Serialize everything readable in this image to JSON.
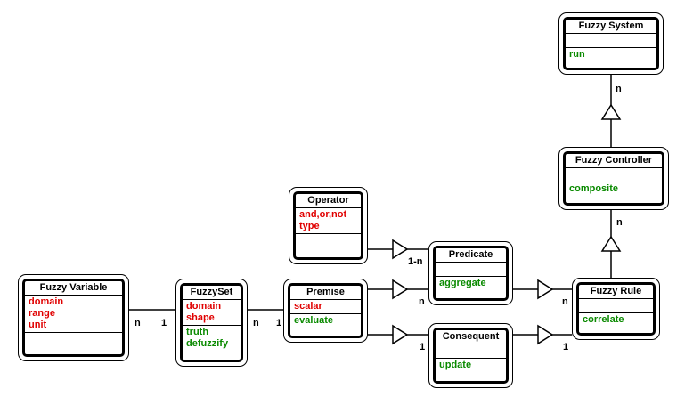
{
  "classes": {
    "fuzzy_system": {
      "name": "Fuzzy System",
      "attributes": [],
      "operations": [
        "run"
      ]
    },
    "fuzzy_controller": {
      "name": "Fuzzy Controller",
      "attributes": [],
      "operations": [
        "composite"
      ]
    },
    "operator": {
      "name": "Operator",
      "attributes": [
        "and,or,not",
        "type"
      ],
      "operations": []
    },
    "predicate": {
      "name": "Predicate",
      "attributes": [],
      "operations": [
        "aggregate"
      ]
    },
    "fuzzy_rule": {
      "name": "Fuzzy Rule",
      "attributes": [],
      "operations": [
        "correlate"
      ]
    },
    "fuzzy_variable": {
      "name": "Fuzzy Variable",
      "attributes": [
        "domain",
        "range",
        "unit"
      ],
      "operations": []
    },
    "fuzzy_set": {
      "name": "FuzzySet",
      "attributes": [
        "domain",
        "shape"
      ],
      "operations": [
        "truth",
        "defuzzify"
      ]
    },
    "premise": {
      "name": "Premise",
      "attributes": [
        "scalar"
      ],
      "operations": [
        "evaluate"
      ]
    },
    "consequent": {
      "name": "Consequent",
      "attributes": [],
      "operations": [
        "update"
      ]
    }
  },
  "multiplicities": {
    "system_controller": "n",
    "controller_rule": "n",
    "operator_predicate": "1-n",
    "premise_predicate": "n",
    "predicate_rule": "n",
    "premise_consequent": "1",
    "consequent_rule": "1",
    "variable_set_left": "n",
    "variable_set_right": "1",
    "set_premise_left": "n",
    "set_premise_right": "1"
  },
  "colors": {
    "attribute": "#e00000",
    "operation": "#0a8a00",
    "line": "#000000"
  }
}
